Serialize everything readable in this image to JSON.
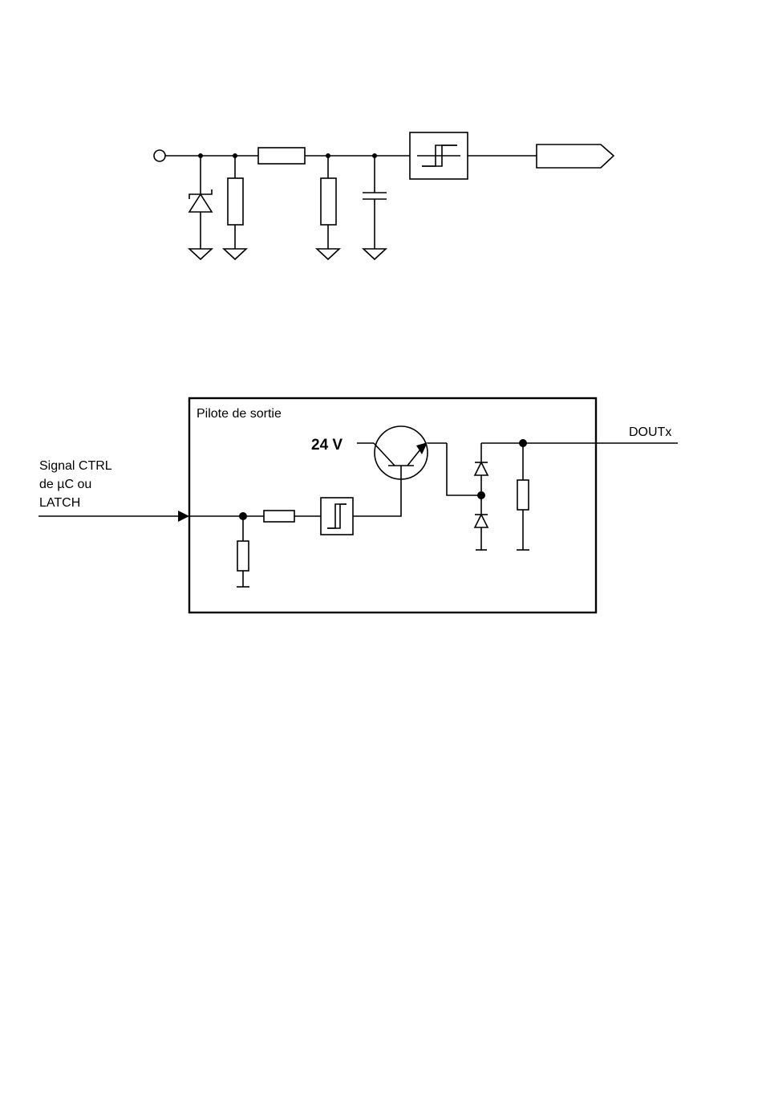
{
  "input_circuit": {
    "components": [
      "input-terminal",
      "tvs-diode",
      "resistor",
      "resistor",
      "resistor",
      "capacitor",
      "schmitt-trigger",
      "output-connector"
    ]
  },
  "output_driver": {
    "block_label": "Pilote de sortie",
    "input_label_lines": [
      "Signal CTRL",
      "de µC ou",
      "LATCH"
    ],
    "supply_label": "24 V",
    "output_label": "DOUTx"
  }
}
